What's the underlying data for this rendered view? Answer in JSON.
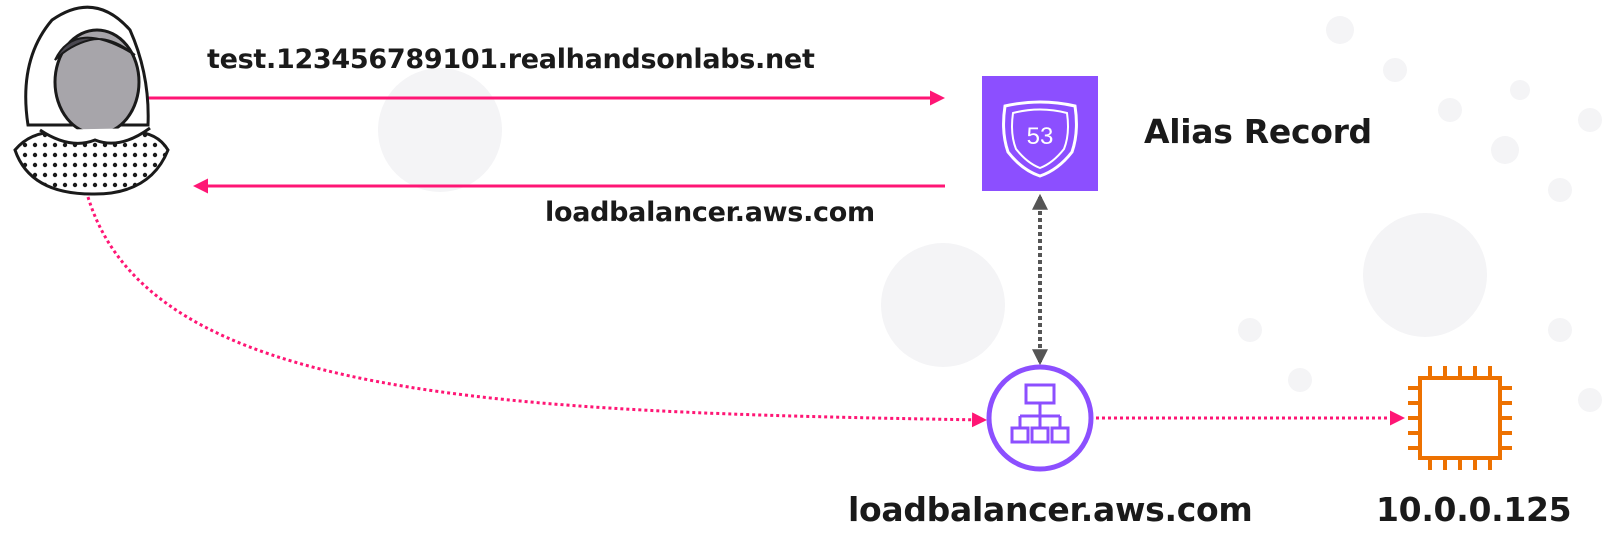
{
  "labels": {
    "dns_query": "test.123456789101.realhandsonlabs.net",
    "dns_response": "loadbalancer.aws.com",
    "alias_record": "Alias Record",
    "load_balancer": "loadbalancer.aws.com",
    "instance_ip": "10.0.0.125"
  },
  "icons": {
    "user": "user-avatar-icon",
    "route53": "route53-icon",
    "route53_number": "53",
    "load_balancer": "load-balancer-icon",
    "instance": "ec2-instance-icon"
  },
  "colors": {
    "arrow": "#ff1675",
    "route53": "#8c4fff",
    "load_balancer": "#8c4fff",
    "instance": "#ed7100",
    "link": "#555555",
    "text": "#1a1a1a"
  }
}
